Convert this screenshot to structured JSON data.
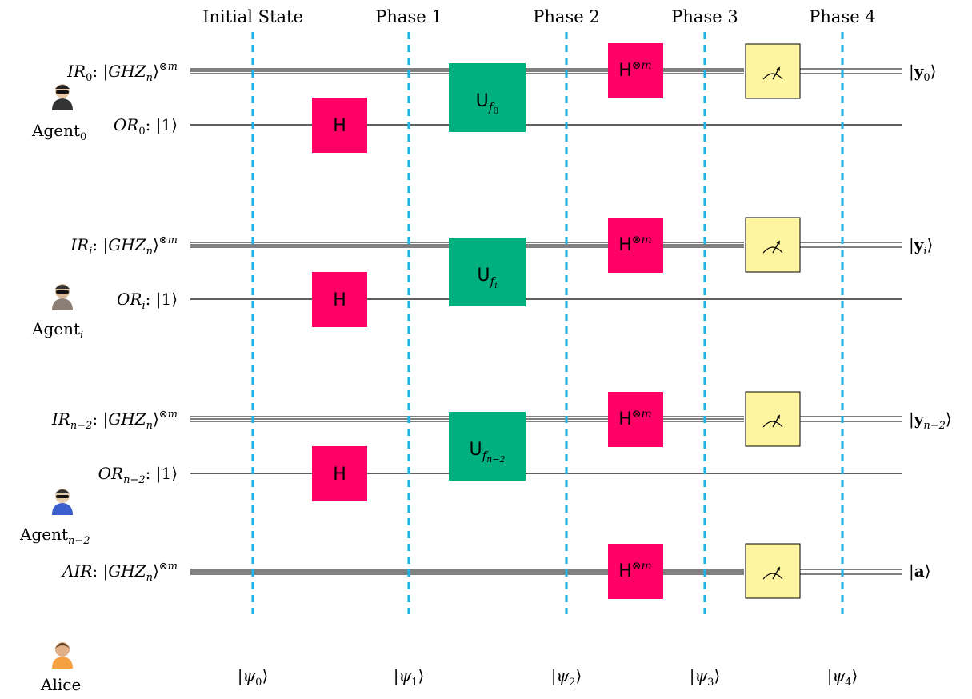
{
  "phases": [
    "Initial State",
    "Phase 1",
    "Phase 2",
    "Phase 3",
    "Phase 4"
  ],
  "states": [
    {
      "sym": "ψ",
      "sub": "0"
    },
    {
      "sym": "ψ",
      "sub": "1"
    },
    {
      "sym": "ψ",
      "sub": "2"
    },
    {
      "sym": "ψ",
      "sub": "3"
    },
    {
      "sym": "ψ",
      "sub": "4"
    }
  ],
  "agents": [
    {
      "name": "Agent",
      "sub": "0",
      "ir_sub": "0",
      "or_sub": "0",
      "uf_sub": "0",
      "out": "y",
      "out_sub": "0"
    },
    {
      "name": "Agent",
      "sub": "i",
      "ir_sub": "i",
      "or_sub": "i",
      "uf_sub": "i",
      "out": "y",
      "out_sub": "i"
    },
    {
      "name": "Agent",
      "sub": "n−2",
      "ir_sub": "n−2",
      "or_sub": "n−2",
      "uf_sub": "n−2",
      "out": "y",
      "out_sub": "n−2"
    }
  ],
  "register": {
    "ir": "IR",
    "or": "OR",
    "ghz_state": "|GHZ",
    "ghz_sub": "n",
    "ghz_tail": "⟩",
    "tensor": "⊗m",
    "one_state": "|1⟩"
  },
  "gates": {
    "h": "H",
    "hm": "H",
    "hm_sup": "⊗m",
    "uf": "U",
    "uf_sym": "f"
  },
  "alice": {
    "name": "Alice",
    "register": "AIR",
    "out": "a"
  },
  "colors": {
    "phase_line": "#1fb3e6",
    "h_gate": "#ff0066",
    "uf_gate": "#00b07f",
    "meter": "#fff5a0"
  },
  "icons": [
    "agent-0-icon",
    "agent-i-icon",
    "agent-n-2-icon",
    "alice-icon"
  ]
}
